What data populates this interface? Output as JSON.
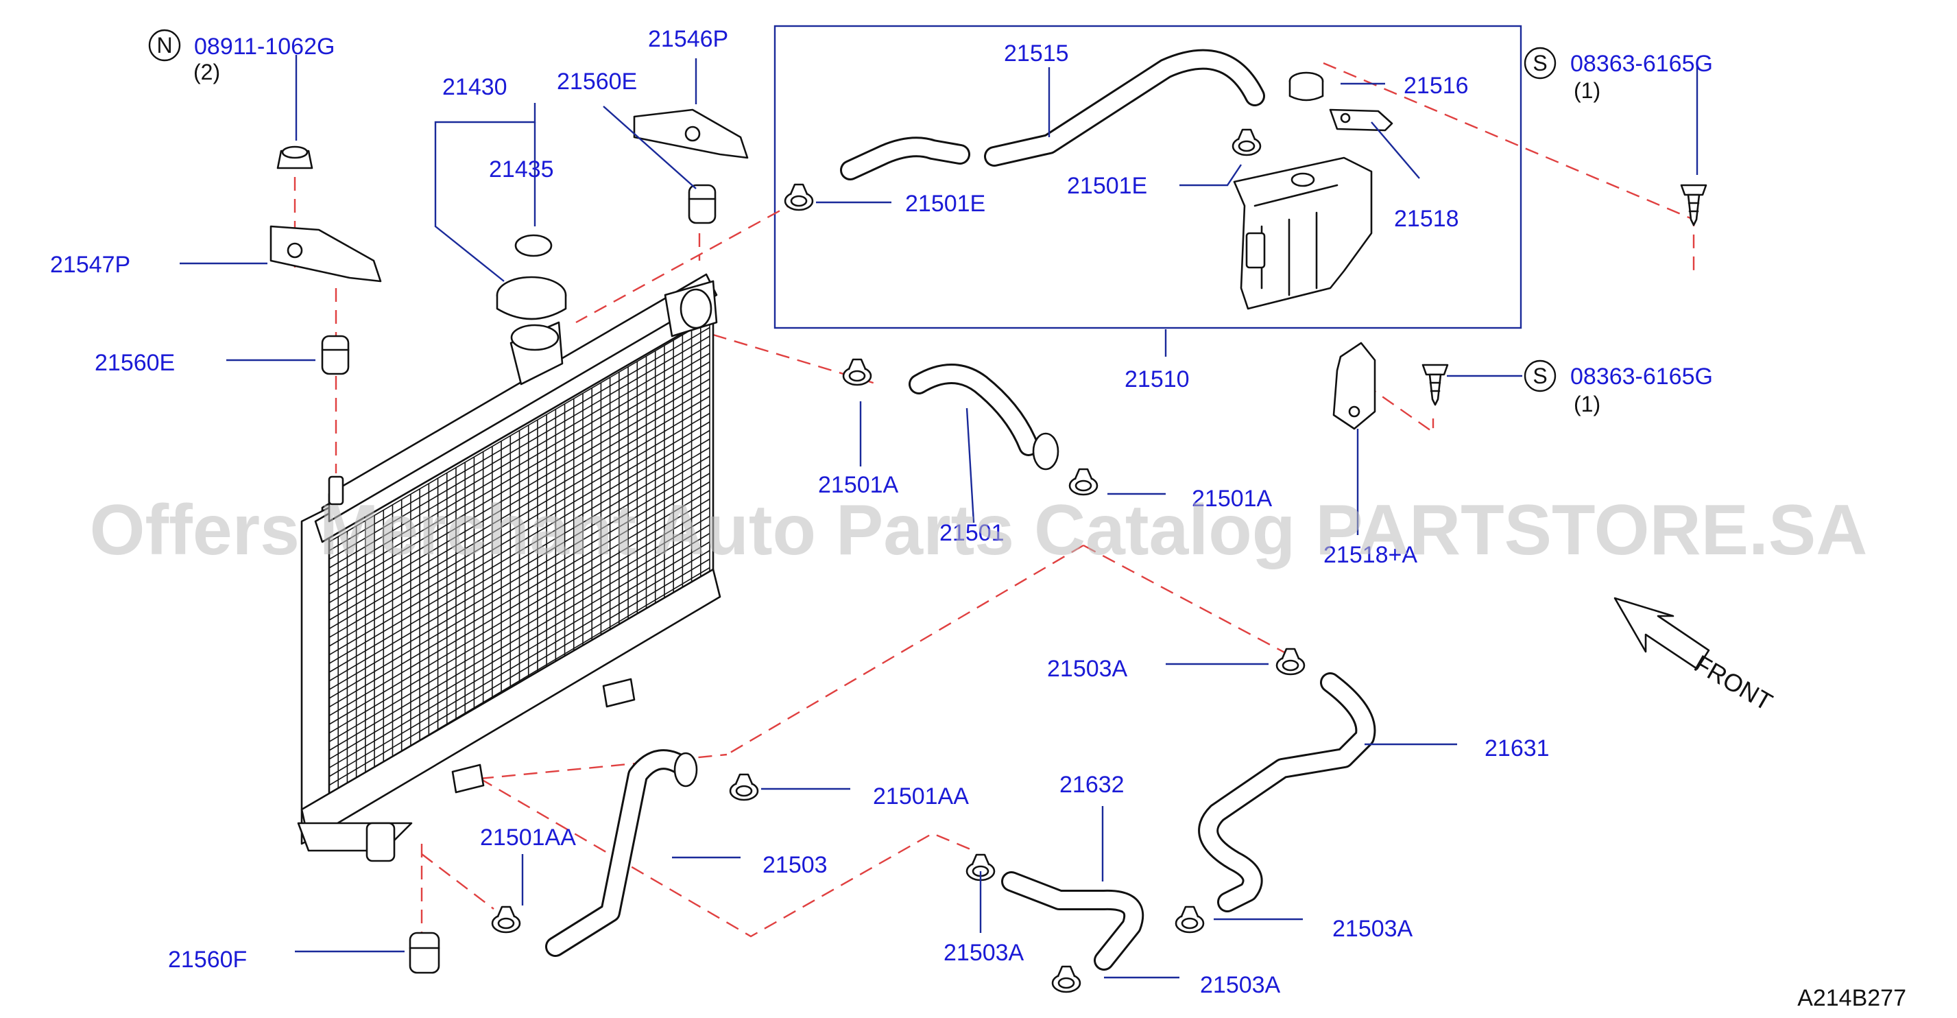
{
  "diagram": {
    "code": "A214B277",
    "front_label": "FRONT",
    "watermark": "Offers Merchant Auto Parts Catalog PARTSTORE.SA",
    "colors": {
      "label": "#1a1ad6",
      "leader": "#1a2a9a",
      "dashed": "#e04040",
      "ink": "#111111"
    }
  },
  "fasteners": [
    {
      "symbol": "N",
      "part": "08911-1062G",
      "qty": "(2)"
    },
    {
      "symbol": "S",
      "part": "08363-6165G",
      "qty": "(1)"
    },
    {
      "symbol": "S",
      "part": "08363-6165G",
      "qty": "(1)"
    }
  ],
  "labels": {
    "p21546P": "21546P",
    "p21560E_top": "21560E",
    "p21430": "21430",
    "p21435": "21435",
    "p21547P": "21547P",
    "p21560E_left": "21560E",
    "p21515": "21515",
    "p21516": "21516",
    "p21501E_left": "21501E",
    "p21501E_right": "21501E",
    "p21518": "21518",
    "p21510": "21510",
    "p21501A_left": "21501A",
    "p21501": "21501",
    "p21501A_right": "21501A",
    "p21518A": "21518+A",
    "p21503A_top": "21503A",
    "p21631": "21631",
    "p21501AA_right": "21501AA",
    "p21632": "21632",
    "p21501AA_left": "21501AA",
    "p21503": "21503",
    "p21503A_mid": "21503A",
    "p21503A_right": "21503A",
    "p21560F": "21560F",
    "p21503A_bottom": "21503A"
  }
}
